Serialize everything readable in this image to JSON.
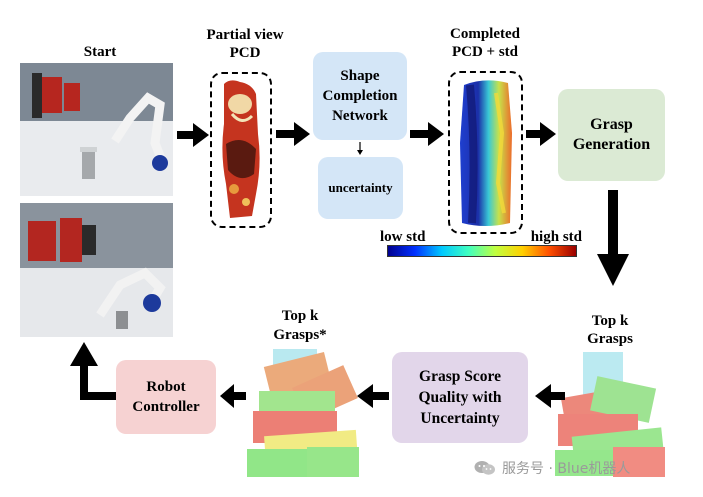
{
  "labels": {
    "start": "Start",
    "partial_view": "Partial view",
    "pcd": "PCD",
    "completed": "Completed",
    "pcd_std": "PCD + std",
    "low_std": "low std",
    "high_std": "high std",
    "top_k_right_1": "Top k",
    "top_k_right_2": "Grasps",
    "top_k_left_1": "Top k",
    "top_k_left_2": "Grasps*"
  },
  "boxes": {
    "shape_completion": "Shape Completion Network",
    "uncertainty": "uncertainty",
    "grasp_generation": "Grasp Generation",
    "grasp_score": "Grasp Score Quality with Uncertainty",
    "robot_controller": "Robot Controller"
  },
  "watermark": "服务号 · Blue机器人",
  "colors": {
    "blue_box": "#d4e6f7",
    "green_box": "#dbead4",
    "pink_box": "#f6d2d2",
    "purple_box": "#e2d6ea"
  }
}
